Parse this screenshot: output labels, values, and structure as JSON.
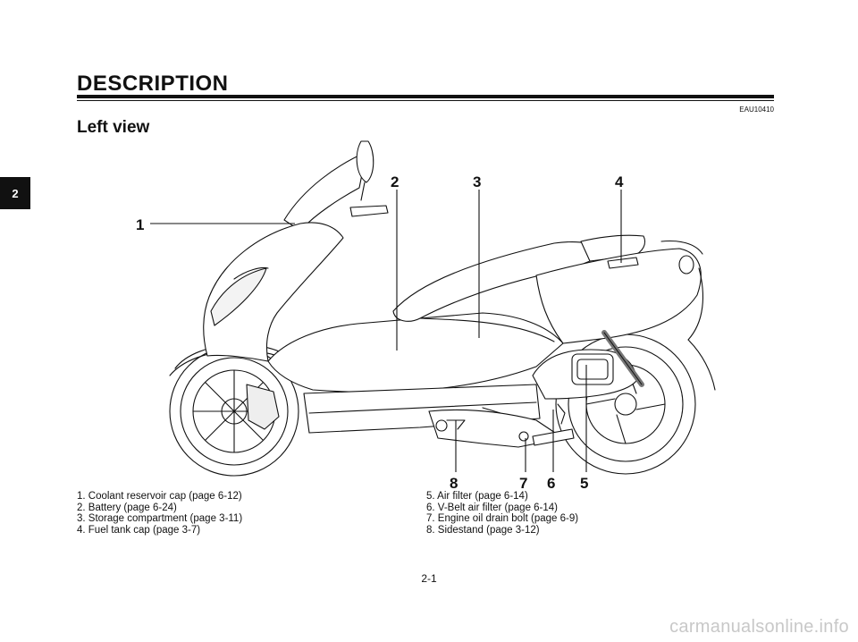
{
  "header": {
    "title": "DESCRIPTION",
    "doc_code": "EAU10410",
    "subtitle": "Left view"
  },
  "side_tab": "2",
  "figure": {
    "callouts": [
      "1",
      "2",
      "3",
      "4",
      "5",
      "6",
      "7",
      "8"
    ]
  },
  "legend": {
    "left": [
      "1. Coolant reservoir cap (page 6-12)",
      "2. Battery (page 6-24)",
      "3. Storage compartment (page 3-11)",
      "4. Fuel tank cap (page 3-7)"
    ],
    "right": [
      "5. Air filter (page 6-14)",
      "6. V-Belt air filter (page 6-14)",
      "7. Engine oil drain bolt (page 6-9)",
      "8. Sidestand (page 3-12)"
    ]
  },
  "footer": {
    "page_number": "2-1",
    "watermark": "carmanualsonline.info"
  }
}
